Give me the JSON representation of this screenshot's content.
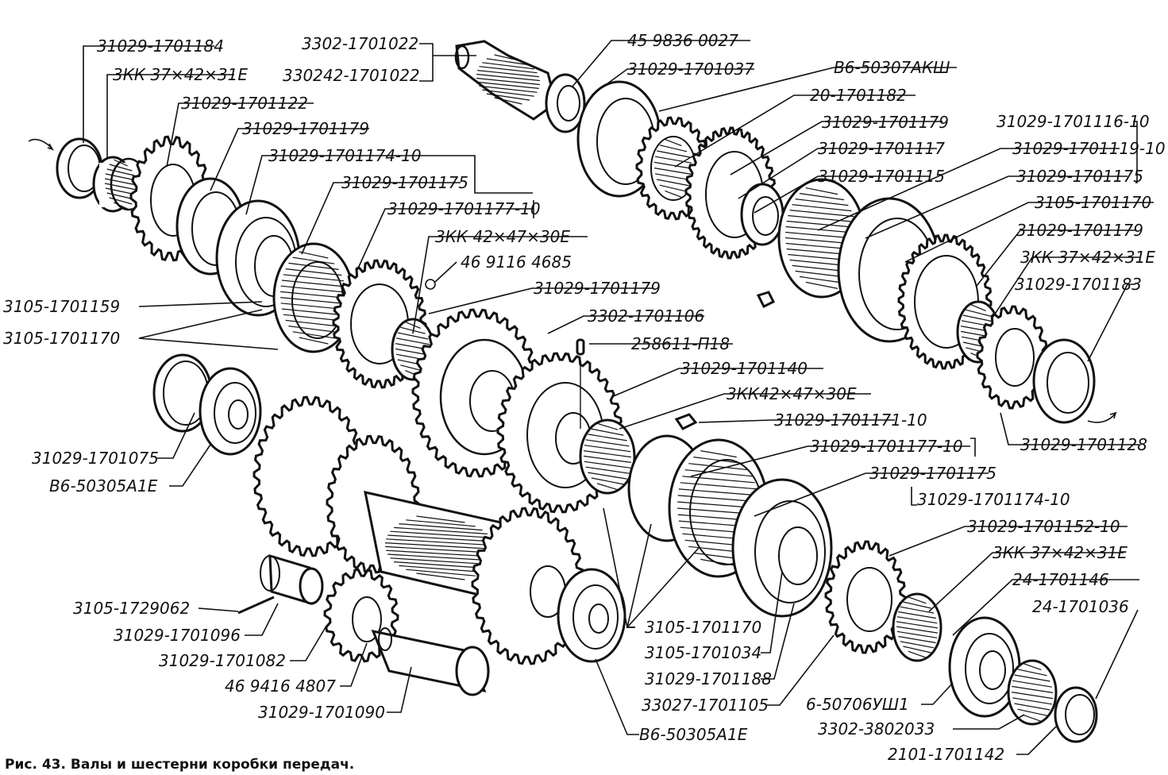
{
  "caption": "Рис. 43. Валы и шестерни коробки передач.",
  "colors": {
    "ink": "#111111",
    "background": "#ffffff"
  },
  "labels": [
    {
      "id": "l01",
      "text": "31029-1701184"
    },
    {
      "id": "l02",
      "text": "3КК 37×42×31Е"
    },
    {
      "id": "l03",
      "text": "31029-1701122"
    },
    {
      "id": "l04",
      "text": "31029-1701179"
    },
    {
      "id": "l05",
      "text": "31029-1701174-10"
    },
    {
      "id": "l06",
      "text": "31029-1701175"
    },
    {
      "id": "l07",
      "text": "31029-1701177-10"
    },
    {
      "id": "l08",
      "text": "3КК 42×47×30Е"
    },
    {
      "id": "l09",
      "text": "46 9116 4685"
    },
    {
      "id": "l10",
      "text": "31029-1701179"
    },
    {
      "id": "l11",
      "text": "3302-1701106"
    },
    {
      "id": "l12",
      "text": "258611-П18"
    },
    {
      "id": "l13",
      "text": "31029-1701140"
    },
    {
      "id": "l14",
      "text": "3КК42×47×30Е"
    },
    {
      "id": "l15",
      "text": "31029-1701171-10"
    },
    {
      "id": "l16",
      "text": "31029-1701177-10"
    },
    {
      "id": "l17",
      "text": "31029-1701175"
    },
    {
      "id": "l18",
      "text": "31029-1701174-10"
    },
    {
      "id": "l19",
      "text": "31029-1701152-10"
    },
    {
      "id": "l20",
      "text": "3КК 37×42×31Е"
    },
    {
      "id": "l21",
      "text": "24-1701146"
    },
    {
      "id": "l22",
      "text": "24-1701036"
    },
    {
      "id": "l23",
      "text": "3302-1701022"
    },
    {
      "id": "l24",
      "text": "330242-1701022"
    },
    {
      "id": "l25",
      "text": "45 9836 0027"
    },
    {
      "id": "l26",
      "text": "31029-1701037"
    },
    {
      "id": "l27",
      "text": "В6-50307АКШ"
    },
    {
      "id": "l28",
      "text": "20-1701182"
    },
    {
      "id": "l29",
      "text": "31029-1701179"
    },
    {
      "id": "l30",
      "text": "31029-1701117"
    },
    {
      "id": "l31",
      "text": "31029-1701115"
    },
    {
      "id": "l32",
      "text": "31029-1701116-10"
    },
    {
      "id": "l33",
      "text": "31029-1701119-10"
    },
    {
      "id": "l34",
      "text": "31029-1701175"
    },
    {
      "id": "l35",
      "text": "3105-1701170"
    },
    {
      "id": "l36",
      "text": "31029-1701179"
    },
    {
      "id": "l37",
      "text": "3КК 37×42×31Е"
    },
    {
      "id": "l38",
      "text": "31029-1701183"
    },
    {
      "id": "l39",
      "text": "31029-1701128"
    },
    {
      "id": "l40",
      "text": "3105-1701159"
    },
    {
      "id": "l41",
      "text": "3105-1701170"
    },
    {
      "id": "l42",
      "text": "31029-1701075"
    },
    {
      "id": "l43",
      "text": "В6-50305А1Е"
    },
    {
      "id": "l44",
      "text": "3105-1729062"
    },
    {
      "id": "l45",
      "text": "31029-1701096"
    },
    {
      "id": "l46",
      "text": "31029-1701082"
    },
    {
      "id": "l47",
      "text": "46 9416 4807"
    },
    {
      "id": "l48",
      "text": "31029-1701090"
    },
    {
      "id": "l49",
      "text": "В6-50305А1Е"
    },
    {
      "id": "l50",
      "text": "3105-1701170"
    },
    {
      "id": "l51",
      "text": "3105-1701034"
    },
    {
      "id": "l52",
      "text": "31029-1701188"
    },
    {
      "id": "l53",
      "text": "33027-1701105"
    },
    {
      "id": "l54",
      "text": "6-50706УШ1"
    },
    {
      "id": "l55",
      "text": "3302-3802033"
    },
    {
      "id": "l56",
      "text": "2101-1701142"
    }
  ]
}
